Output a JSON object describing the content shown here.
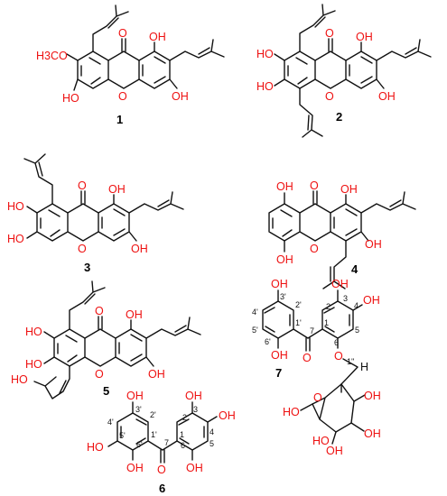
{
  "colors": {
    "bond": "#111111",
    "heteroatom": "#ee1111",
    "background": "#ffffff"
  },
  "compounds": [
    {
      "id": "1",
      "labels": {
        "ketone_o": "O",
        "ring_o": "O",
        "oh_1": "OH",
        "oh_2": "HO",
        "oh_3": "OH",
        "methoxy": "H3CO"
      }
    },
    {
      "id": "2",
      "labels": {
        "ketone_o": "O",
        "ring_o": "O",
        "oh_1": "OH",
        "oh_2": "HO",
        "oh_3": "HO",
        "oh_4": "OH"
      }
    },
    {
      "id": "3",
      "labels": {
        "ketone_o": "O",
        "ring_o": "O",
        "oh_1": "OH",
        "oh_2": "HO",
        "oh_3": "HO",
        "oh_4": "OH"
      }
    },
    {
      "id": "4",
      "labels": {
        "ketone_o": "O",
        "ring_o": "O",
        "oh_1": "OH",
        "oh_2": "OH",
        "oh_3": "OH",
        "oh_4": "OH"
      }
    },
    {
      "id": "5",
      "labels": {
        "ketone_o": "O",
        "ring_o": "O",
        "oh_1": "OH",
        "oh_2": "HO",
        "oh_3": "HO",
        "oh_4": "HO",
        "oh_5": "OH"
      }
    },
    {
      "id": "6",
      "labels": {
        "ketone_o": "O",
        "oh_1": "OH",
        "oh_2": "OH",
        "oh_3": "OH",
        "oh_4": "HO",
        "oh_5": "OH",
        "oh_6": "OH"
      },
      "positions": [
        "1",
        "2",
        "3",
        "4",
        "5",
        "6",
        "7",
        "1'",
        "2'",
        "3'",
        "4'",
        "5'",
        "6'"
      ]
    },
    {
      "id": "7",
      "labels": {
        "ketone_o": "O",
        "ether_o": "O",
        "ring_o": "O",
        "h": "H",
        "oh_1": "OH",
        "oh_2": "OH",
        "oh_3": "OH",
        "oh_4": "OH",
        "oh_5": "OH",
        "oh_6": "HO",
        "oh_7": "OH",
        "oh_8": "HO",
        "oh_9": "OH"
      },
      "positions": [
        "1",
        "2",
        "3",
        "4",
        "5",
        "6",
        "7",
        "1'",
        "2'",
        "3'",
        "4'",
        "5'",
        "6'",
        "1''"
      ]
    }
  ]
}
